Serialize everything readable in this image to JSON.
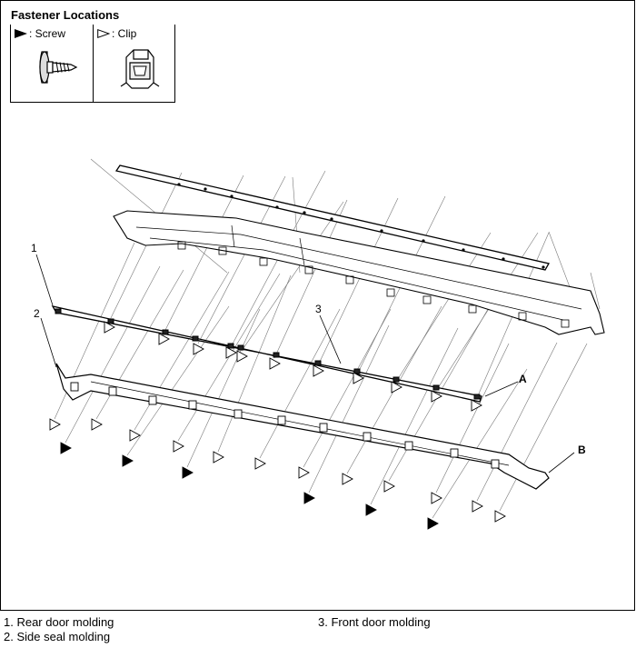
{
  "title": "Fastener Locations",
  "legend_boxes": {
    "screw": {
      "symbol": "filled-triangle-icon",
      "label": ": Screw"
    },
    "clip": {
      "symbol": "open-triangle-icon",
      "label": ": Clip"
    }
  },
  "callouts": {
    "c1": "1",
    "c2": "2",
    "c3": "3",
    "cA": "A",
    "cB": "B"
  },
  "parts": [
    "1. Rear door molding",
    "2. Side seal molding",
    "3. Front door molding"
  ]
}
